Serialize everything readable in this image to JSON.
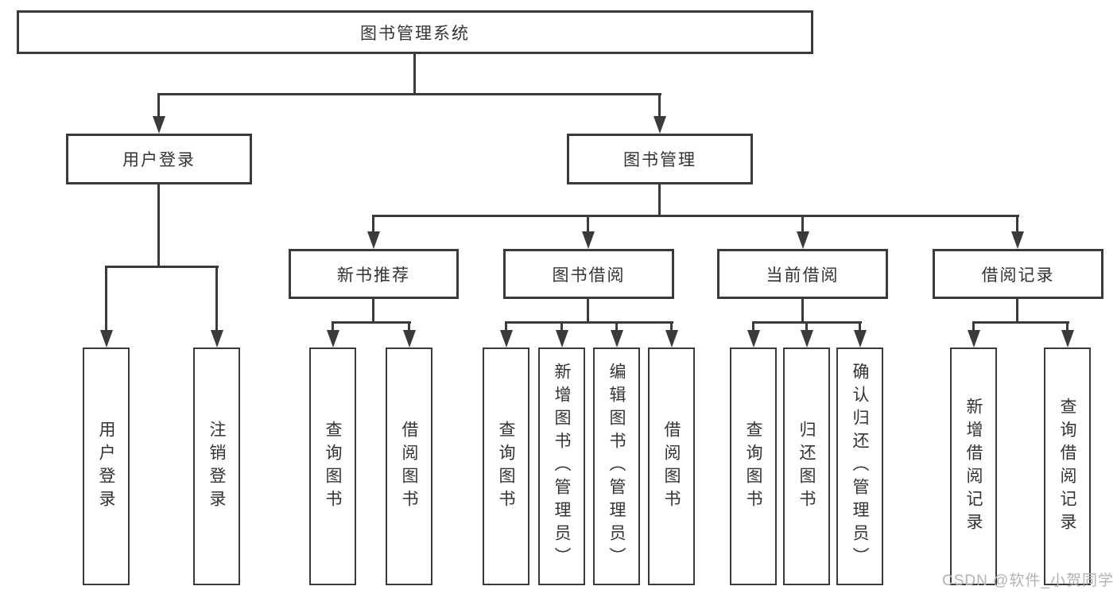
{
  "tree": {
    "root": {
      "label": "图书管理系统",
      "children": [
        {
          "label": "用户登录",
          "children": [
            {
              "label": "用户登录"
            },
            {
              "label": "注销登录"
            }
          ]
        },
        {
          "label": "图书管理",
          "children": [
            {
              "label": "新书推荐",
              "children": [
                {
                  "label": "查询图书"
                },
                {
                  "label": "借阅图书"
                }
              ]
            },
            {
              "label": "图书借阅",
              "children": [
                {
                  "label": "查询图书"
                },
                {
                  "label": "新增图书（管理员）"
                },
                {
                  "label": "编辑图书（管理员）"
                },
                {
                  "label": "借阅图书"
                }
              ]
            },
            {
              "label": "当前借阅",
              "children": [
                {
                  "label": "查询图书"
                },
                {
                  "label": "归还图书"
                },
                {
                  "label": "确认归还（管理员）"
                }
              ]
            },
            {
              "label": "借阅记录",
              "children": [
                {
                  "label": "新增借阅记录"
                },
                {
                  "label": "查询借阅记录"
                }
              ]
            }
          ]
        }
      ]
    }
  },
  "watermark": {
    "text": "CSDN @软件_小贺同学"
  },
  "colors": {
    "line": "#3a3a3a",
    "text": "#333333",
    "watermark": "#b2b2b2",
    "background": "#ffffff"
  }
}
